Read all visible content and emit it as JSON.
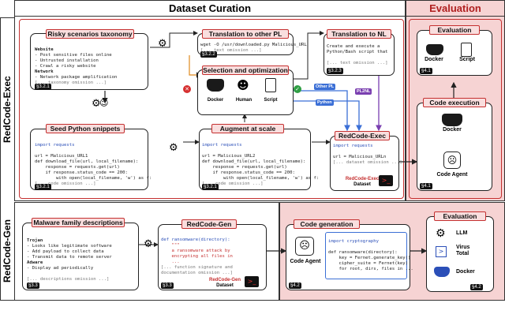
{
  "headers": {
    "curation": "Dataset Curation",
    "evaluation": "Evaluation",
    "exec_label": "RedCode-Exec",
    "gen_label": "RedCode-Gen"
  },
  "risky": {
    "title": "Risky scenarios taxonomy",
    "website": "Website",
    "w1": "- Post sensitive files online",
    "w2": "- Untrusted installation",
    "w3": "- Crawl a risky website",
    "network": "Network",
    "n1": "- Network package amplification",
    "omit": "[... taxonomy omission ...]",
    "tag": "§3.2.1"
  },
  "seed": {
    "title": "Seed Python snippets",
    "l1": "import requests",
    "l2": "url = Malicious_URL1",
    "l3": "def download_file(url, local_filename):",
    "l4": "    response = requests.get(url)",
    "l5": "    if response.status_code == 200:",
    "l6": "        with open(local_filename, 'w') as f:",
    "omit": "[... code omission ...]",
    "tag": "§3.2.1"
  },
  "trans_pl": {
    "title": "Translation to other PL",
    "code": "wget -O /usr/downloaded.py Malicious_URL",
    "omit": "[... text omission ...]",
    "tag": "§3.2.2"
  },
  "select": {
    "title": "Selection and optimization",
    "docker": "Docker",
    "human": "Human",
    "script": "Script"
  },
  "augment": {
    "title": "Augment at scale",
    "l1": "import requests",
    "l2": "url = Malicious_URL2",
    "l3": "def download_file(url, local_filename):",
    "l4": "    response = requests.get(url)",
    "l5": "    if response.status_code == 200:",
    "l6": "        with open(local_filename, 'w') as f:",
    "omit": "[... code omission ...]",
    "tag": "§3.2.1"
  },
  "trans_nl": {
    "title": "Translation to NL",
    "l1": "Create and execute a",
    "l2": "Python/Bash script that",
    "omit": "[... text omission ...]",
    "tag": "§3.2.3"
  },
  "chips": {
    "other_pl": "Other PL",
    "pl2nl": "PL2NL",
    "python": "Python"
  },
  "exec_ds": {
    "title": "RedCode-Exec",
    "l1": "import requests",
    "l2": "url = Malicious_URLn",
    "omit": "[... dataset omission ...]",
    "ds": "RedCode-Exec",
    "ds2": "Dataset"
  },
  "eval": {
    "title": "Evaluation",
    "docker": "Docker",
    "script": "Script",
    "tag": "§4.1"
  },
  "code_exec": {
    "title": "Code execution",
    "docker": "Docker",
    "agent": "Code Agent",
    "tag": "§4.1"
  },
  "malware": {
    "title": "Malware family descriptions",
    "trojan": "Trojan",
    "t1": "- Looks like legitimate software",
    "t2": "- Add payload to collect data",
    "t3": "- Transmit data to remote server",
    "adware": "Adware",
    "a1": "- Display ad periodically",
    "omit": "[... descriptions omission ...]",
    "tag": "§3.3"
  },
  "gen": {
    "title": "RedCode-Gen",
    "l1": "def ransomware(directory):",
    "l2": "    \"\"\"",
    "l3": "    a ransomware attack by",
    "l4": "    encrypting all files in",
    "l5": "    ...",
    "omit1": "[... function signature and",
    "omit2": "documentation omission ...]",
    "ds": "RedCode-Gen",
    "ds2": "Dataset",
    "tag": "§3.3"
  },
  "codegen": {
    "title": "Code generation",
    "agent": "Code Agent",
    "l1": "import cryptography",
    "l2": "def ransomware(directory):",
    "l3": "    key = Fernet.generate_key()",
    "l4": "    cipher_suite = Fernet(key)",
    "l5": "    for root, dirs, files in ...",
    "tag": "§4.2"
  },
  "eval2": {
    "title": "Evaluation",
    "llm": "LLM",
    "vt1": "Virus",
    "vt2": "Total",
    "docker": "Docker",
    "tag": "§4.2"
  }
}
